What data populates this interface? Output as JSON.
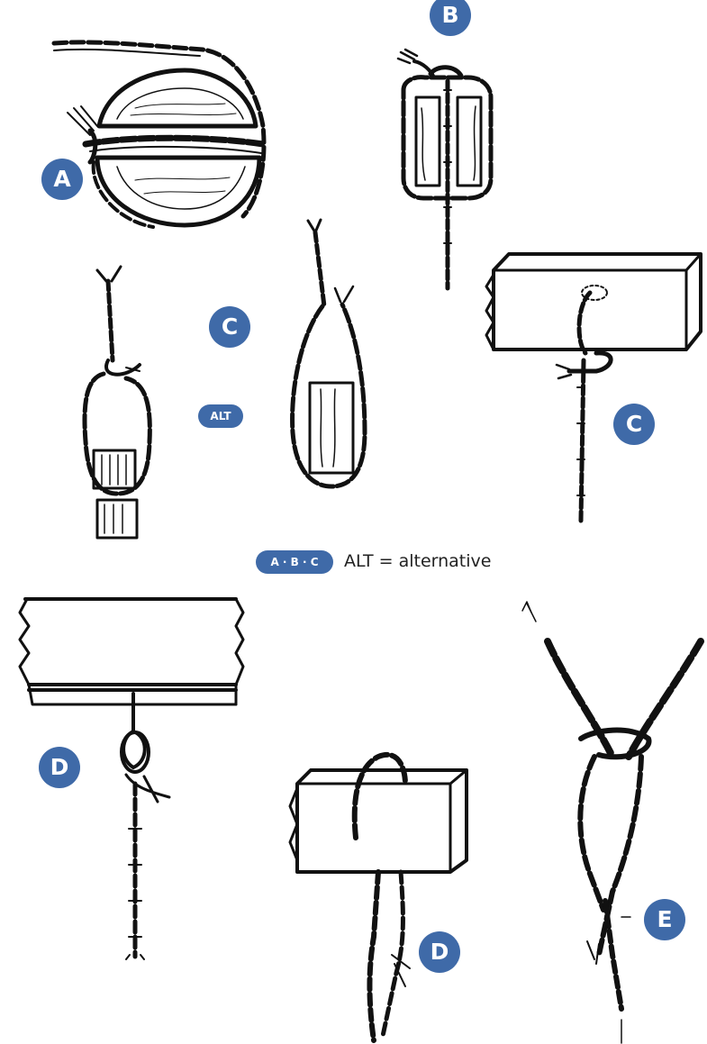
{
  "colors": {
    "badge": "#3f6aa8",
    "ink": "#111111",
    "legend_text": "#222222"
  },
  "labels": {
    "a": "A",
    "b": "B",
    "c_upper": "C",
    "c_lower": "C",
    "alt": "ALT",
    "d_left": "D",
    "d_right": "D",
    "e": "E"
  },
  "legend": {
    "key": "A · B · C",
    "text": "ALT = alternative"
  }
}
